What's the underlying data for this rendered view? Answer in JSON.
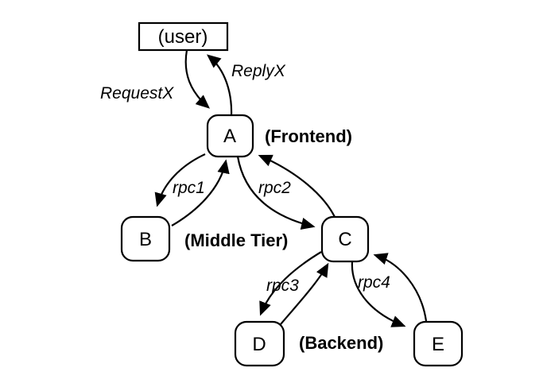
{
  "diagram": {
    "description": "Three-tier RPC call graph",
    "colors": {
      "background": "#ffffff",
      "stroke": "#000000",
      "node_fill": "#ffffff"
    },
    "nodes": {
      "user": {
        "label": "(user)",
        "shape": "rectangle"
      },
      "a": {
        "label": "A",
        "shape": "rounded-rectangle"
      },
      "b": {
        "label": "B",
        "shape": "rounded-rectangle"
      },
      "c": {
        "label": "C",
        "shape": "rounded-rectangle"
      },
      "d": {
        "label": "D",
        "shape": "rounded-rectangle"
      },
      "e": {
        "label": "E",
        "shape": "rounded-rectangle"
      }
    },
    "tiers": {
      "frontend": {
        "label": "(Frontend)",
        "node": "A"
      },
      "middle": {
        "label": "(Middle Tier)",
        "node": "B, C"
      },
      "backend": {
        "label": "(Backend)",
        "node": "D, E"
      }
    },
    "edges": {
      "request": {
        "label": "RequestX",
        "from": "user",
        "to": "A"
      },
      "reply": {
        "label": "ReplyX",
        "from": "A",
        "to": "user"
      },
      "rpc1": {
        "label": "rpc1",
        "from": "A",
        "to": "B",
        "bidirectional": true
      },
      "rpc2": {
        "label": "rpc2",
        "from": "A",
        "to": "C",
        "bidirectional": true
      },
      "rpc3": {
        "label": "rpc3",
        "from": "C",
        "to": "D",
        "bidirectional": true
      },
      "rpc4": {
        "label": "rpc4",
        "from": "C",
        "to": "E",
        "bidirectional": true
      }
    }
  }
}
